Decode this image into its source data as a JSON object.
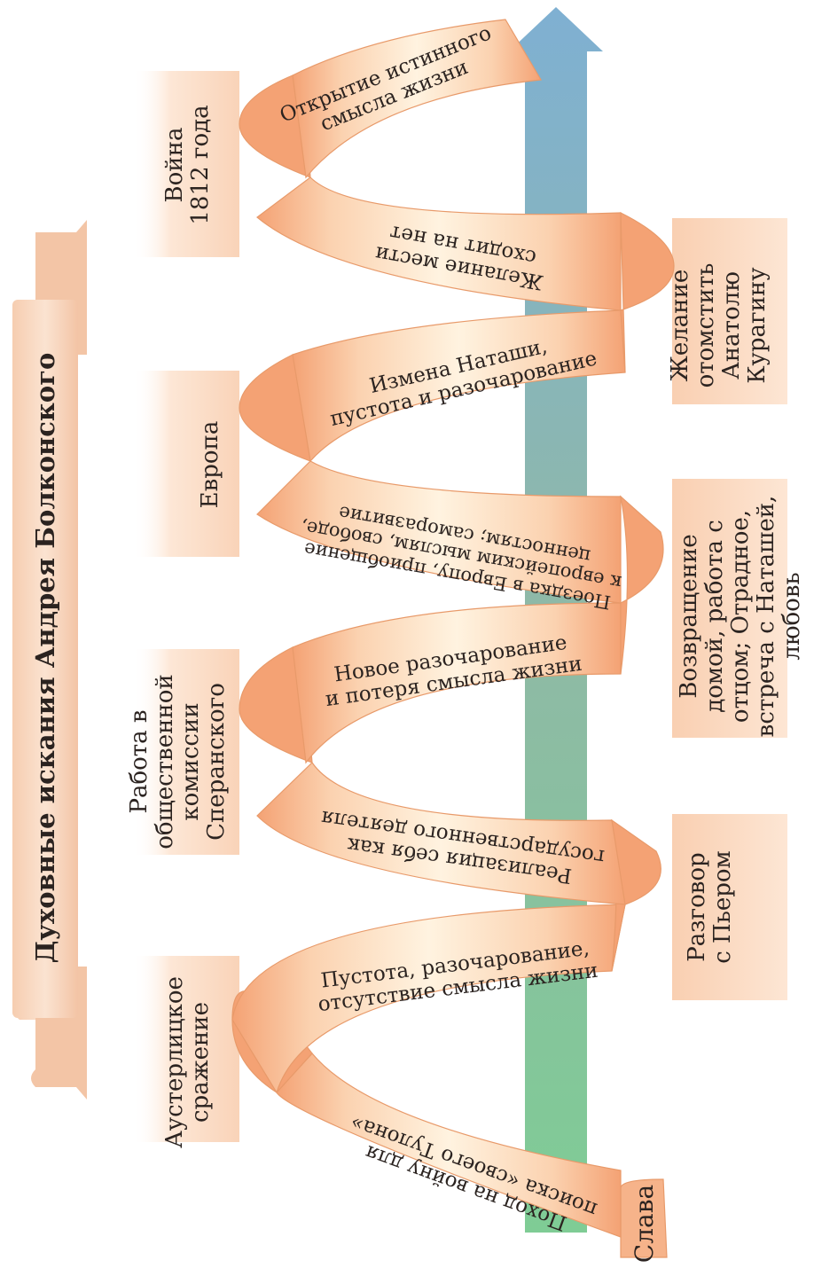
{
  "title": "Духовные искания Андрея Болконского",
  "axis_label": "Слава",
  "events": [
    {
      "id": "austerlitz",
      "lines": [
        "Аустерлицкое",
        "сражение"
      ]
    },
    {
      "id": "speransky",
      "lines": [
        "Работа в",
        "общественной",
        "комиссии",
        "Сперанского"
      ]
    },
    {
      "id": "europe",
      "lines": [
        "Европа"
      ]
    },
    {
      "id": "war1812",
      "lines": [
        "Война",
        "1812 года"
      ]
    }
  ],
  "turning_points": [
    {
      "id": "pierre",
      "lines": [
        "Разговор",
        "с Пьером"
      ]
    },
    {
      "id": "return-home",
      "lines": [
        "Возвращение",
        "домой, работа с",
        "отцом; Отрадное,",
        "встреча с Наташей,",
        "любовь"
      ]
    },
    {
      "id": "revenge",
      "lines": [
        "Желание",
        "отомстить",
        "Анатолю",
        "Курагину"
      ]
    }
  ],
  "ribbon_segments": [
    {
      "id": "toulon",
      "lines": [
        "Поход на войну для",
        "поиска «своего Тулона»"
      ]
    },
    {
      "id": "emptiness",
      "lines": [
        "Пустота, разочарование,",
        "отсутствие смысла жизни"
      ]
    },
    {
      "id": "statesman",
      "lines": [
        "Реализация себя как",
        "государственного деятеля"
      ]
    },
    {
      "id": "new-disappointment",
      "lines": [
        "Новое разочарование",
        "и потеря смысла жизни"
      ]
    },
    {
      "id": "europe-trip",
      "lines": [
        "Поездка в Европу, приобщение",
        "к европейским мыслям, свободе,",
        "ценностям; саморазвитие"
      ]
    },
    {
      "id": "natasha-betrayal",
      "lines": [
        "Измена Наташи,",
        "пустота и разочарование"
      ]
    },
    {
      "id": "revenge-fades",
      "lines": [
        "Желание мести",
        "сходит на нет"
      ]
    },
    {
      "id": "true-meaning",
      "lines": [
        "Открытие истинного",
        "смысла жизни"
      ]
    }
  ],
  "colors": {
    "ribbon_light": "#fde3c8",
    "ribbon_edge": "#f4a677",
    "box_fill": "#fbd9c0",
    "banner_fill": "#f8d9c2",
    "arrow_top": "#7fb0d2",
    "arrow_bottom": "#7fcc95"
  }
}
